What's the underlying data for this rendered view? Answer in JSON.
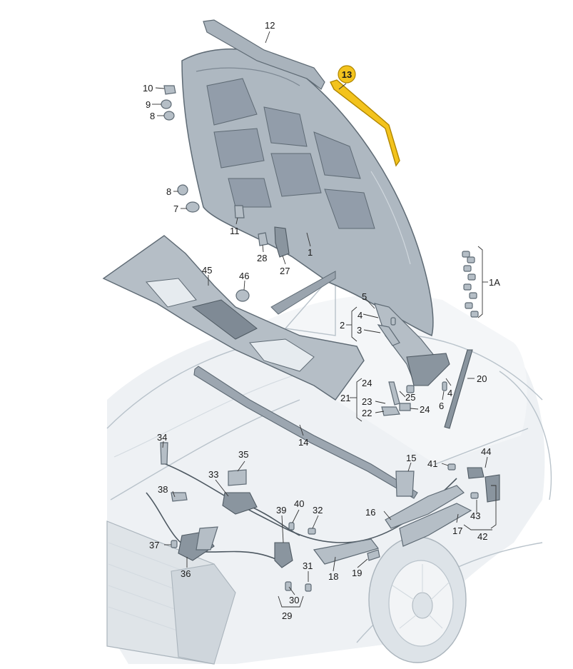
{
  "colors": {
    "background": "#ffffff",
    "car_body": "#e9edf0",
    "part_fill": "#b5bec6",
    "part_stroke": "#5e6a74",
    "highlight": "#f3c31d",
    "highlight_stroke": "#b08600"
  },
  "highlighted_part": "13",
  "callouts": {
    "c1": "1",
    "c1a": "1A",
    "c2": "2",
    "c3": "3",
    "c4a": "4",
    "c4b": "4",
    "c5": "5",
    "c6": "6",
    "c7": "7",
    "c8a": "8",
    "c8b": "8",
    "c9": "9",
    "c10": "10",
    "c11": "11",
    "c12": "12",
    "c13": "13",
    "c14": "14",
    "c15": "15",
    "c16": "16",
    "c17": "17",
    "c18": "18",
    "c19": "19",
    "c20": "20",
    "c21": "21",
    "c22": "22",
    "c23": "23",
    "c24a": "24",
    "c24b": "24",
    "c25": "25",
    "c27": "27",
    "c28": "28",
    "c29": "29",
    "c30": "30",
    "c31": "31",
    "c32": "32",
    "c33": "33",
    "c34": "34",
    "c35": "35",
    "c36": "36",
    "c37": "37",
    "c38": "38",
    "c39": "39",
    "c40": "40",
    "c41": "41",
    "c42": "42",
    "c43": "43",
    "c44": "44",
    "c45": "45",
    "c46": "46"
  }
}
